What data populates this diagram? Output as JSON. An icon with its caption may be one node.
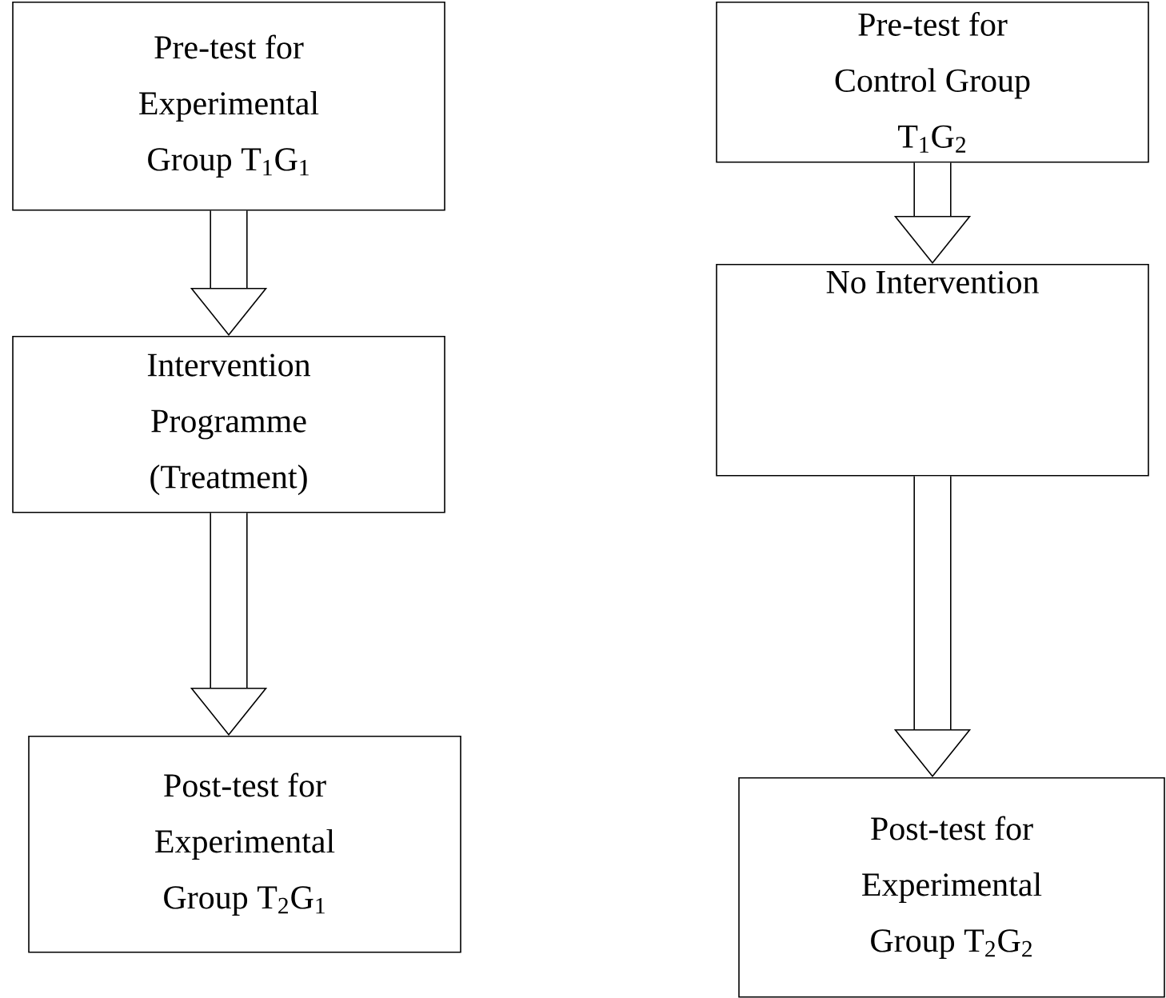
{
  "diagram": {
    "nodes": [
      {
        "text": [
          "Pre-test for Experimental Group T$_{1}$G$_{1}$"
        ]
      },
      {
        "text": [
          "Intervention Programme (Treatment)"
        ]
      },
      {
        "text": [
          "Post-test for Experimental Group T$_{2}$G$_{1}$"
        ]
      },
      {
        "text": [
          "Pre-test for Control Group T$_{1}$G$_{2}$"
        ]
      },
      {
        "text": [
          "No Intervention"
        ]
      },
      {
        "text": [
          "Post-test for Experimental Group T$_{2}$G$_{2}$"
        ]
      }
    ],
    "edges": [
      {
        "from": 0,
        "to": 1,
        "arrow": "to"
      },
      {
        "from": 1,
        "to": 2,
        "arrow": "to"
      },
      {
        "from": 3,
        "to": 4,
        "arrow": "to"
      },
      {
        "from": 4,
        "to": 5,
        "arrow": "to"
      }
    ]
  }
}
